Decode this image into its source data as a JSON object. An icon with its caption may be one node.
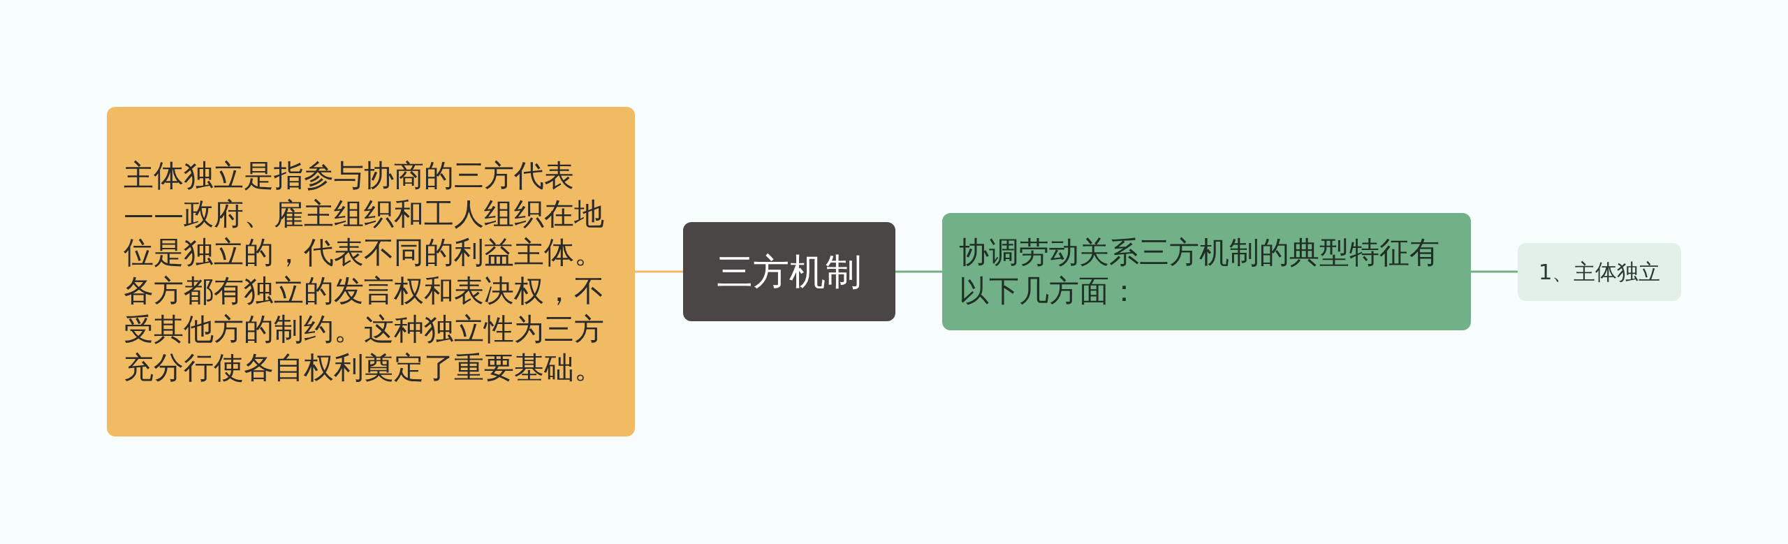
{
  "diagram": {
    "nodes": [
      {
        "text": [
          "三方机制"
        ]
      },
      {
        "text": [
          "主体独立是指参与协商的三方代表——政府、雇主组织和工人组织在地位是独立的，代表不同的利益主体。各方都有独立的发言权和表决权，不受其他方的制约。这种独立性为三方充分行使各自权利奠定了重要基础。"
        ]
      },
      {
        "text": [
          "协调劳动关系三方机制的典型特征有以下几方面："
        ]
      },
      {
        "text": [
          "1、主体独立"
        ]
      }
    ],
    "edges": [
      {
        "from": 0,
        "to": 1,
        "arrow": "none",
        "color": "#f0bb63"
      },
      {
        "from": 0,
        "to": 2,
        "arrow": "none"
      },
      {
        "from": 2,
        "to": 3,
        "arrow": "none"
      }
    ]
  }
}
